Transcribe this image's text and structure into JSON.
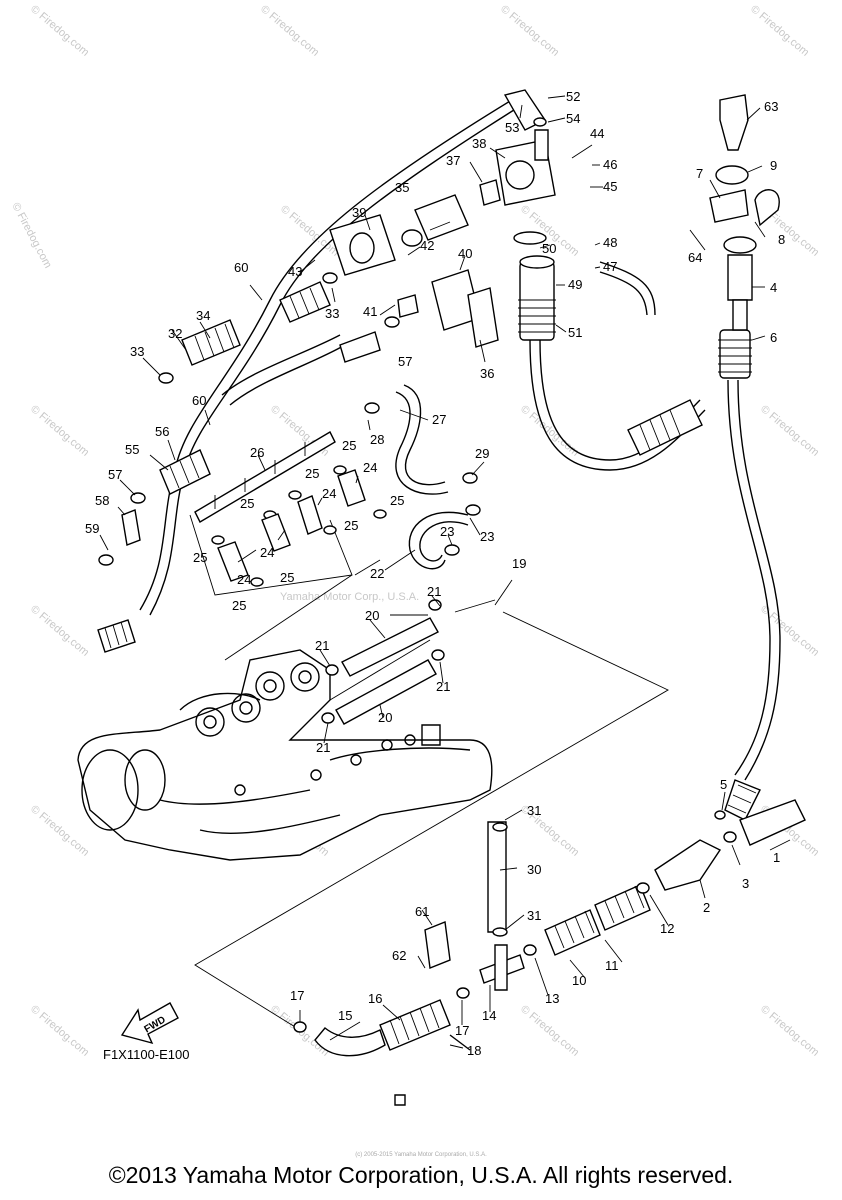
{
  "watermark": {
    "text": "© Firedog.com",
    "center_text": "Yamaha Motor Corp., U.S.A."
  },
  "figure_code": "F1X1100-E100",
  "fwd_label": "FWD",
  "small_credit": "(c) 2005-2015 Yamaha Motor Corporation, U.S.A.",
  "copyright": "©2013 Yamaha Motor Corporation, U.S.A. All rights reserved.",
  "callouts": [
    "1",
    "2",
    "3",
    "4",
    "5",
    "6",
    "7",
    "8",
    "9",
    "10",
    "11",
    "12",
    "13",
    "14",
    "15",
    "16",
    "17",
    "18",
    "19",
    "20",
    "21",
    "22",
    "23",
    "24",
    "25",
    "26",
    "27",
    "28",
    "29",
    "30",
    "31",
    "32",
    "33",
    "34",
    "35",
    "36",
    "37",
    "38",
    "39",
    "40",
    "41",
    "42",
    "43",
    "44",
    "45",
    "46",
    "47",
    "48",
    "49",
    "50",
    "51",
    "52",
    "53",
    "54",
    "55",
    "56",
    "57",
    "58",
    "59",
    "60",
    "61",
    "62",
    "63",
    "64"
  ]
}
